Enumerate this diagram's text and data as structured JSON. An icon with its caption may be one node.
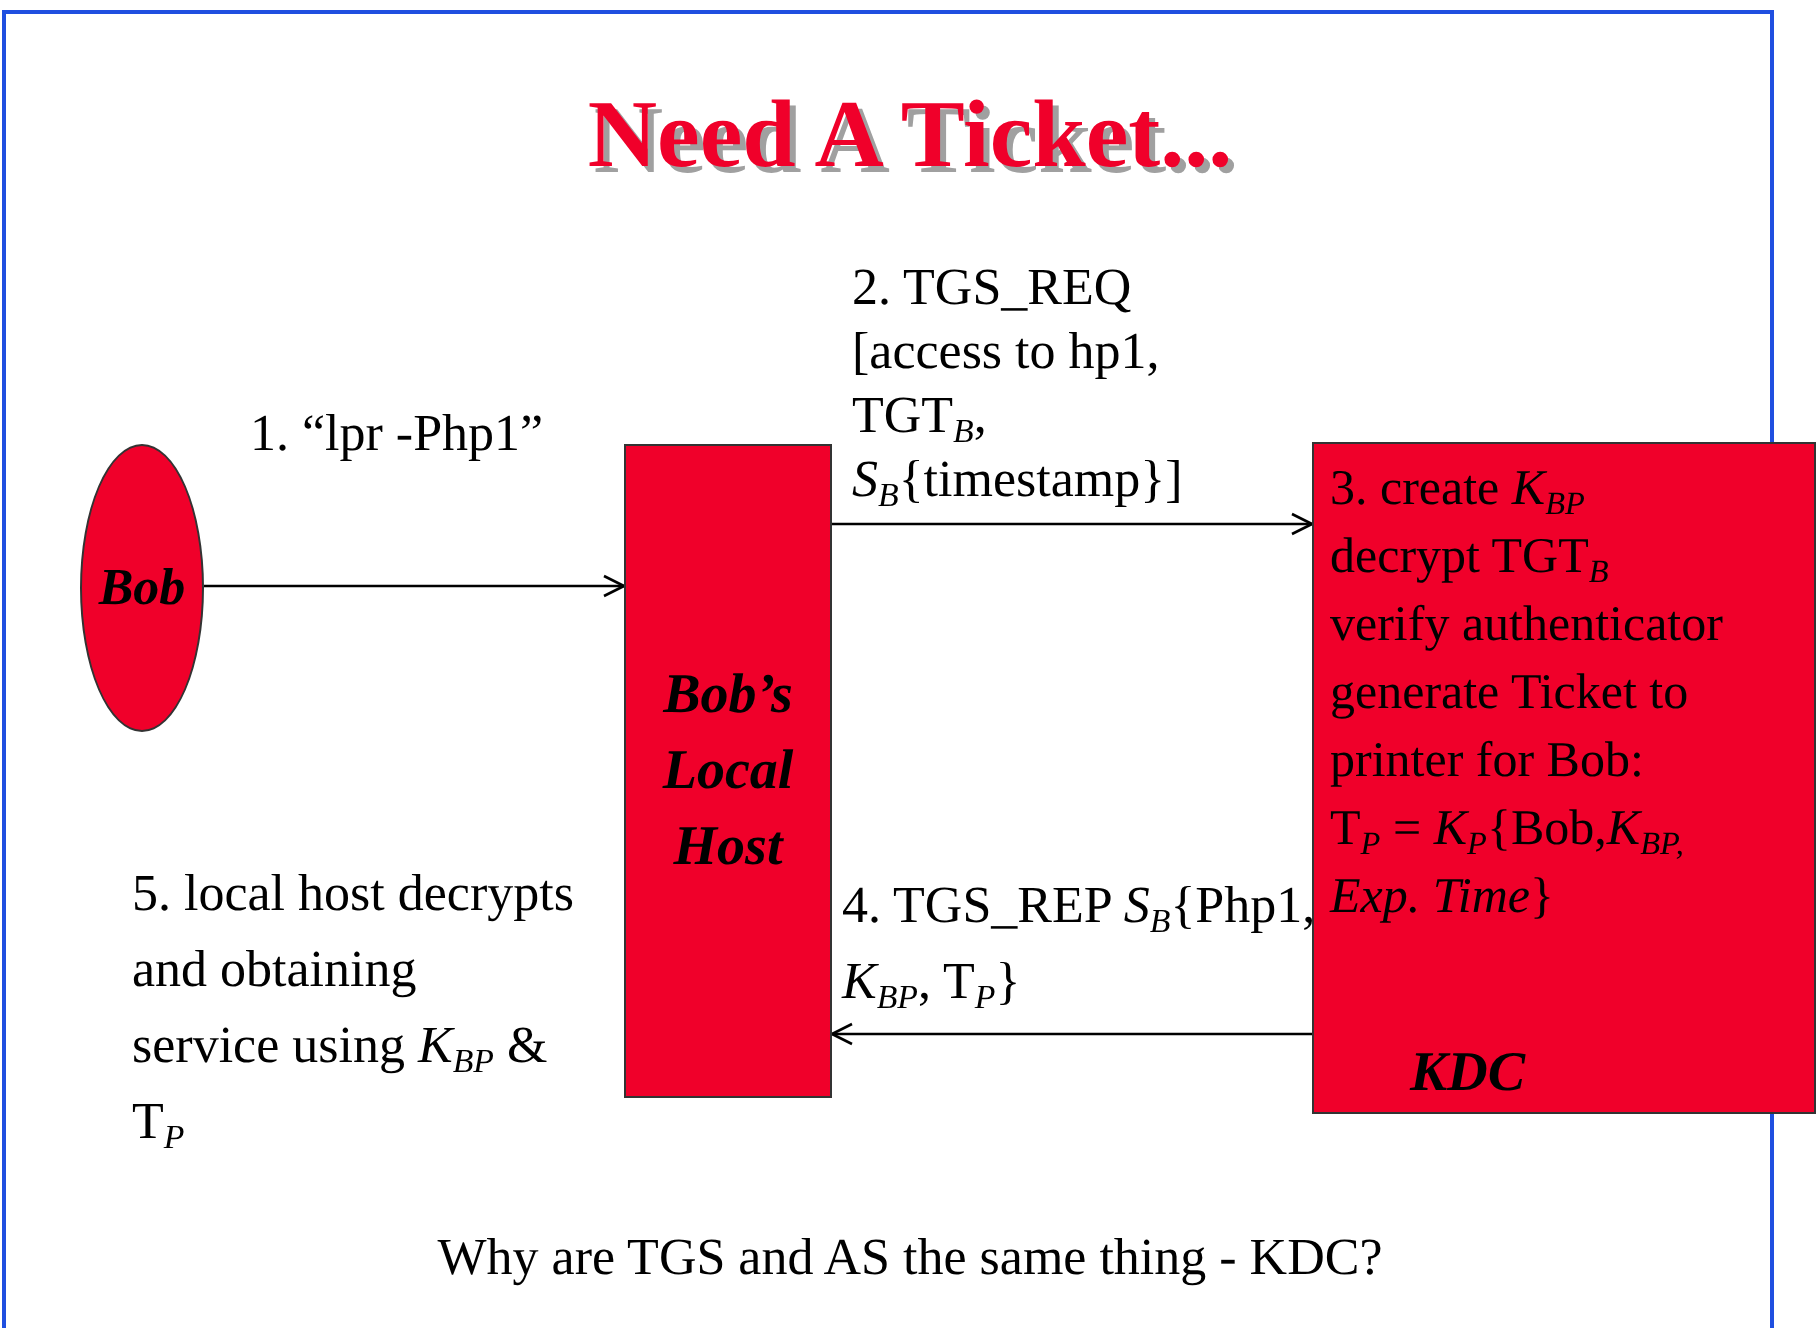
{
  "diagram": {
    "title": "Need A Ticket...",
    "nodes": [
      {
        "text": [
          "Bob"
        ]
      },
      {
        "text": [
          "Bob’s Local Host"
        ]
      },
      {
        "text": [
          "3. create *K*$_{BP}$",
          "decrypt TGT$_{B}$",
          "verify authenticator",
          "generate Ticket to printer for Bob:",
          "T$_{P}$ = *K*$_{P}${Bob,*K*$_{BP,}$ *Exp. Time*}",
          "KDC"
        ]
      }
    ],
    "edges": [
      {
        "from": 0,
        "to": 1,
        "arrow": "to",
        "label": "1. “lpr -Php1”"
      },
      {
        "from": 1,
        "to": 2,
        "arrow": "to",
        "label": "2. TGS_REQ [access to hp1, TGT$_{B}$, *S*$_{B}${timestamp}]"
      },
      {
        "from": 2,
        "to": 1,
        "arrow": "to",
        "label": "4. TGS_REP *S*$_{B}${Php1, *K*$_{BP}$, T$_{P}$}"
      }
    ],
    "labels": [
      "5. local host decrypts and obtaining service using *K*$_{BP}$ & T$_{P}$"
    ],
    "caption": "Why are TGS and AS the same thing - KDC?"
  }
}
